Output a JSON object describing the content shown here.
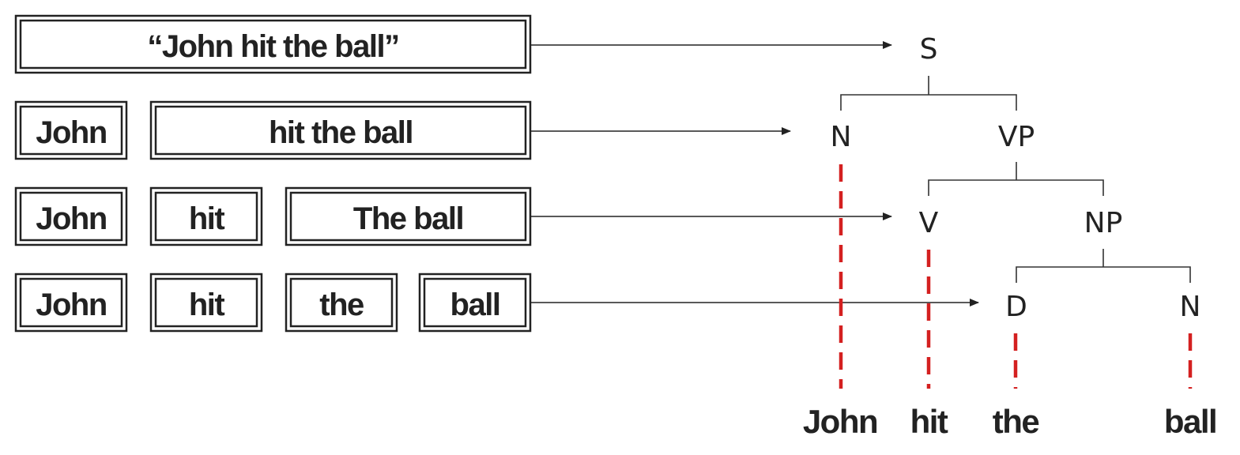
{
  "boxes": {
    "row1": [
      "“John hit the ball”"
    ],
    "row2": [
      "John",
      "hit the ball"
    ],
    "row3": [
      "John",
      "hit",
      "The ball"
    ],
    "row4": [
      "John",
      "hit",
      "the",
      "ball"
    ]
  },
  "tree": {
    "nodes": {
      "s": "S",
      "n_subject": "N",
      "vp": "VP",
      "v": "V",
      "np": "NP",
      "d": "D",
      "n_object": "N"
    },
    "leaves": [
      "John",
      "hit",
      "the",
      "ball"
    ]
  },
  "colors": {
    "ink": "#222222",
    "dash": "#d42020"
  }
}
